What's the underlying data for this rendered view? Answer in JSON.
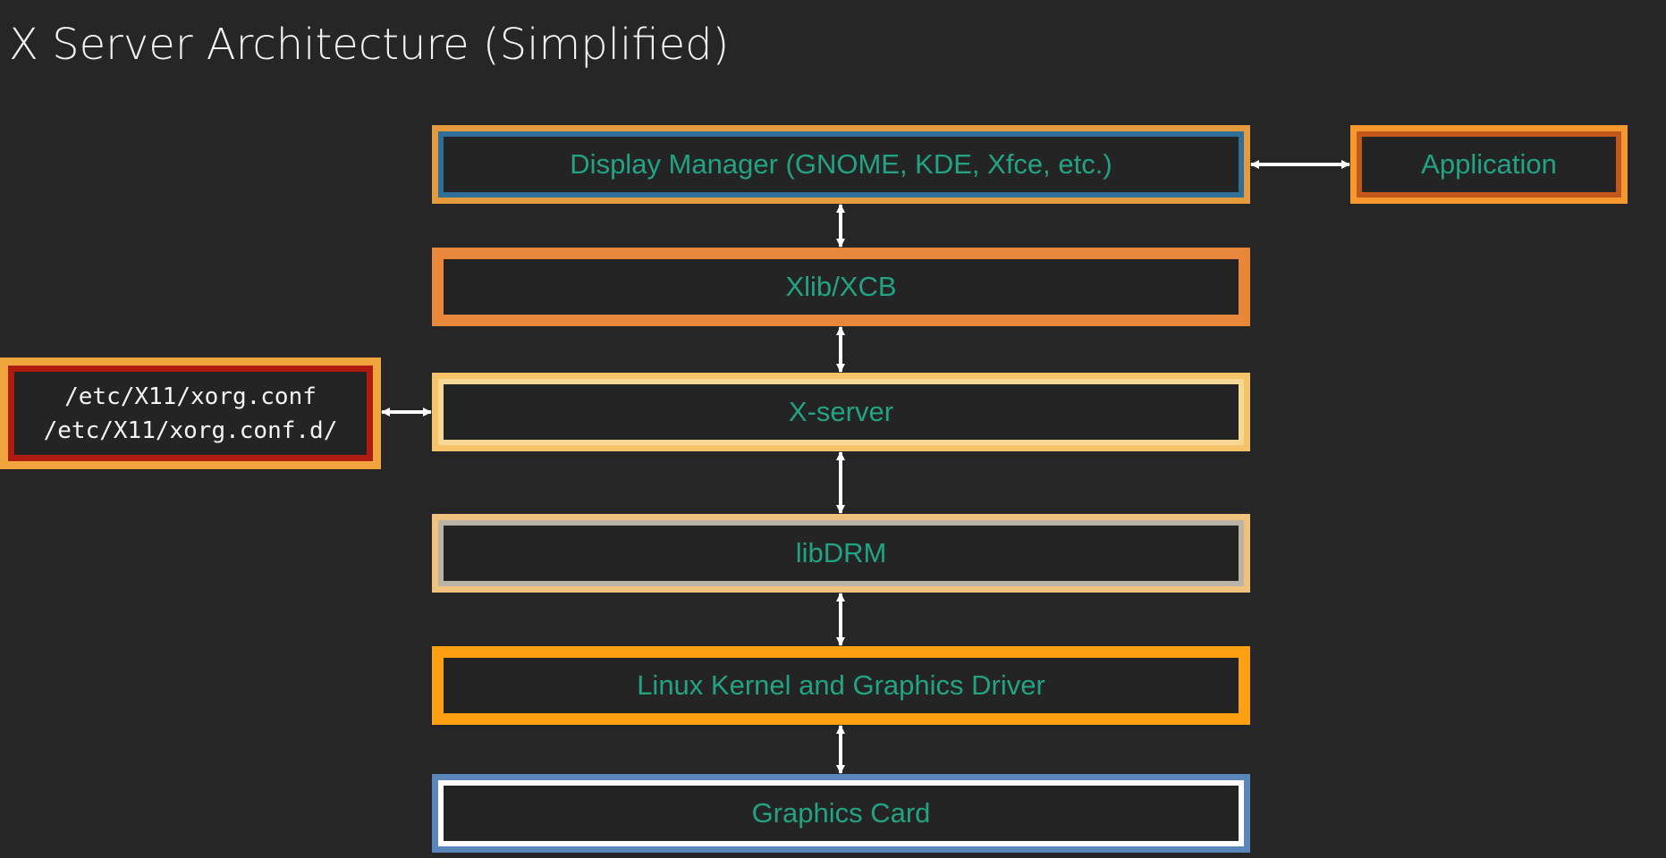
{
  "title": "X Server Architecture (Simplified)",
  "layers": [
    {
      "id": "display-manager",
      "label": "Display Manager (GNOME, KDE, Xfce, etc.)",
      "outer": "#e39b3d",
      "inner": "#2f6f9a"
    },
    {
      "id": "xlib-xcb",
      "label": "Xlib/XCB",
      "outer": "#e8873a",
      "inner": "#e8873a"
    },
    {
      "id": "x-server",
      "label": "X-server",
      "outer": "#f5c46a",
      "inner": "#f7d796"
    },
    {
      "id": "libdrm",
      "label": "libDRM",
      "outer": "#f0c27c",
      "inner": "#b9b3a8"
    },
    {
      "id": "linux-kernel",
      "label": "Linux Kernel and Graphics Driver",
      "outer": "#ffa012",
      "inner": "#ffa012"
    },
    {
      "id": "graphics-card",
      "label": "Graphics Card",
      "outer": "#5a86bc",
      "inner": "#ffffff"
    }
  ],
  "application": {
    "label": "Application",
    "outer": "#f6982e",
    "inner": "#c2581b"
  },
  "config": {
    "line1": "/etc/X11/xorg.conf",
    "line2": "/etc/X11/xorg.conf.d/",
    "outer": "#f0a43e",
    "inner": "#b01b10"
  },
  "arrow_color": "#ffffff"
}
